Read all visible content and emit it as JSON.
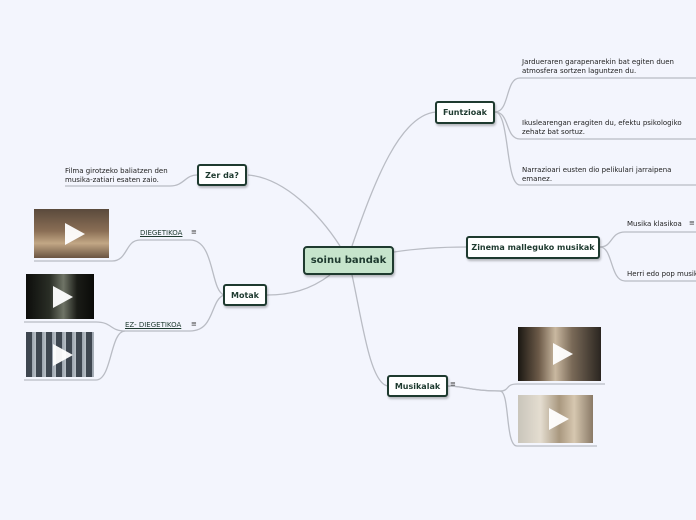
{
  "central": "soinu bandak",
  "nodes": {
    "zer_da": "Zer da?",
    "motak": "Motak",
    "funtzioak": "Funtzioak",
    "zinema": "Zinema malleguko musikak",
    "musikalak": "Musikalak"
  },
  "zer_da_text": {
    "line1": "Filma girotzeko baliatzen den",
    "line2": "musika-zatiari esaten zaio."
  },
  "motak_items": {
    "diegetikoa": "DIEGETIKOA",
    "ez_diegetikoa": "EZ- DIEGETIKOA"
  },
  "funtzioak_items": {
    "item1_line1": "Jardueraren garapenarekin bat egiten duen",
    "item1_line2": "atmosfera sortzen laguntzen du.",
    "item2_line1": "Ikuslearengan eragiten du, efektu psikologiko",
    "item2_line2": "zehatz bat sortuz.",
    "item3_line1": "Narrazioari eusten dio pelikulari jarraipena",
    "item3_line2": "emanez."
  },
  "zinema_items": {
    "klasikoa": "Musika klasikoa",
    "herri": "Herri edo pop musika"
  },
  "icons": [
    "menu-icon",
    "play-icon"
  ],
  "colors": {
    "background": "#f3f5fd",
    "central_fill": "#c6e4cc",
    "border": "#1e3a2f",
    "link": "#b9bcc4"
  }
}
